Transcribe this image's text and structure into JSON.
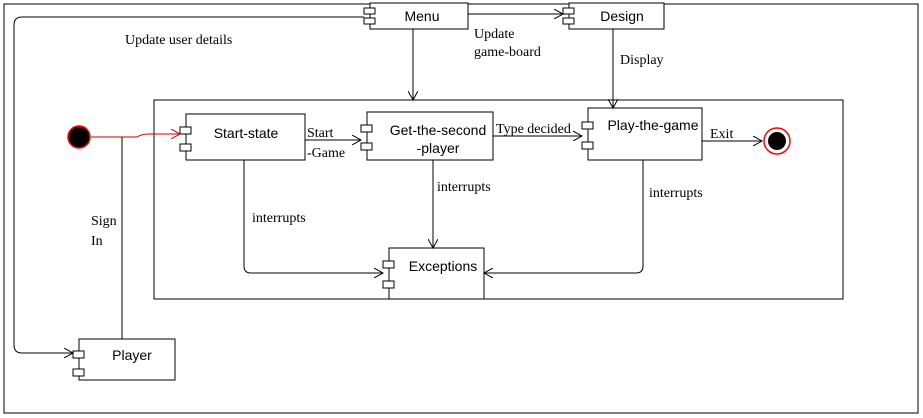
{
  "components": {
    "menu": "Menu",
    "design": "Design",
    "start_state": "Start-state",
    "get_second_player_line1": "Get-the-second",
    "get_second_player_line2": "-player",
    "play_the_game": "Play-the-game",
    "exceptions": "Exceptions",
    "player": "Player"
  },
  "edge_labels": {
    "update_user_details": "Update user details",
    "update_board_line1": "Update",
    "update_board_line2": "game-board",
    "display": "Display",
    "start_game_line1": "Start",
    "start_game_line2": "-Game",
    "type_decided": "Type decided",
    "exit": "Exit",
    "interrupts_left": "interrupts",
    "interrupts_middle": "interrupts",
    "interrupts_right": "interrupts",
    "sign_in_line1": "Sign",
    "sign_in_line2": "In"
  },
  "colors": {
    "initial_marker_ring": "#ff0000",
    "initial_transition": "#cc0000",
    "final_marker_ring": "#ff0000"
  }
}
